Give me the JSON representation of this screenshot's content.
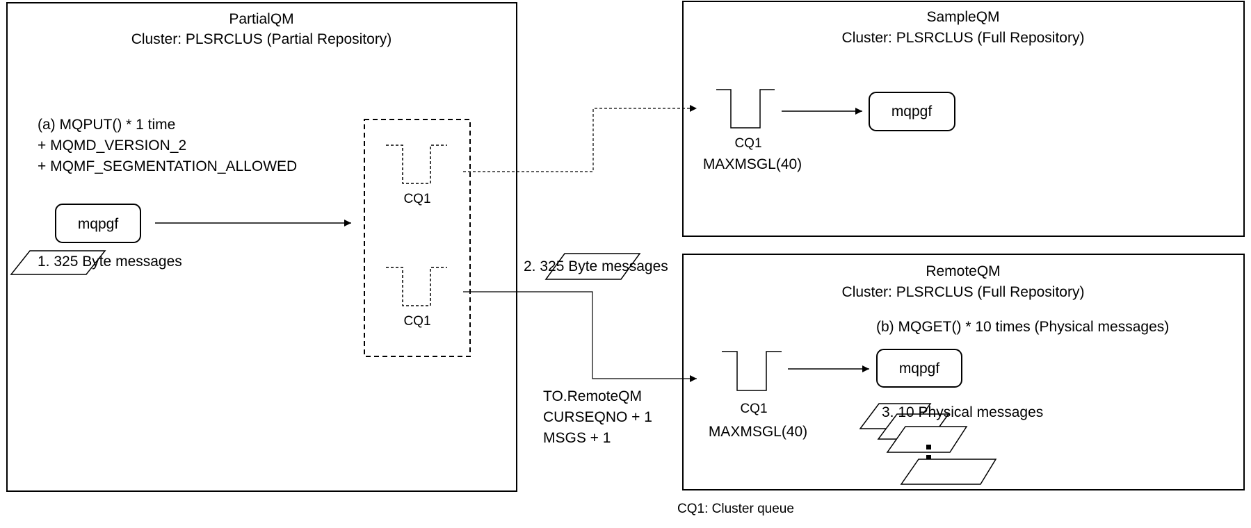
{
  "partial_qm": {
    "title": "PartialQM",
    "subtitle": "Cluster: PLSRCLUS (Partial Repository)",
    "put_lines": [
      "(a) MQPUT() * 1 time",
      "+ MQMD_VERSION_2",
      "+ MQMF_SEGMENTATION_ALLOWED"
    ],
    "app_label": "mqpgf",
    "message_label": "1. 325 Byte messages",
    "queue_a_label": "CQ1",
    "queue_b_label": "CQ1"
  },
  "sample_qm": {
    "title": "SampleQM",
    "subtitle": "Cluster: PLSRCLUS (Full Repository)",
    "queue_label": "CQ1",
    "queue_attr": "MAXMSGL(40)",
    "app_label": "mqpgf"
  },
  "remote_qm": {
    "title": "RemoteQM",
    "subtitle": "Cluster: PLSRCLUS (Full Repository)",
    "get_label": "(b) MQGET() * 10 times (Physical messages)",
    "queue_label": "CQ1",
    "queue_attr": "MAXMSGL(40)",
    "app_label": "mqpgf",
    "physical_label": "3. 10 Physical messages"
  },
  "channel": {
    "message_label": "2. 325 Byte messages",
    "lines": [
      "TO.RemoteQM",
      "CURSEQNO + 1",
      "MSGS + 1"
    ]
  },
  "legend": "CQ1: Cluster queue"
}
